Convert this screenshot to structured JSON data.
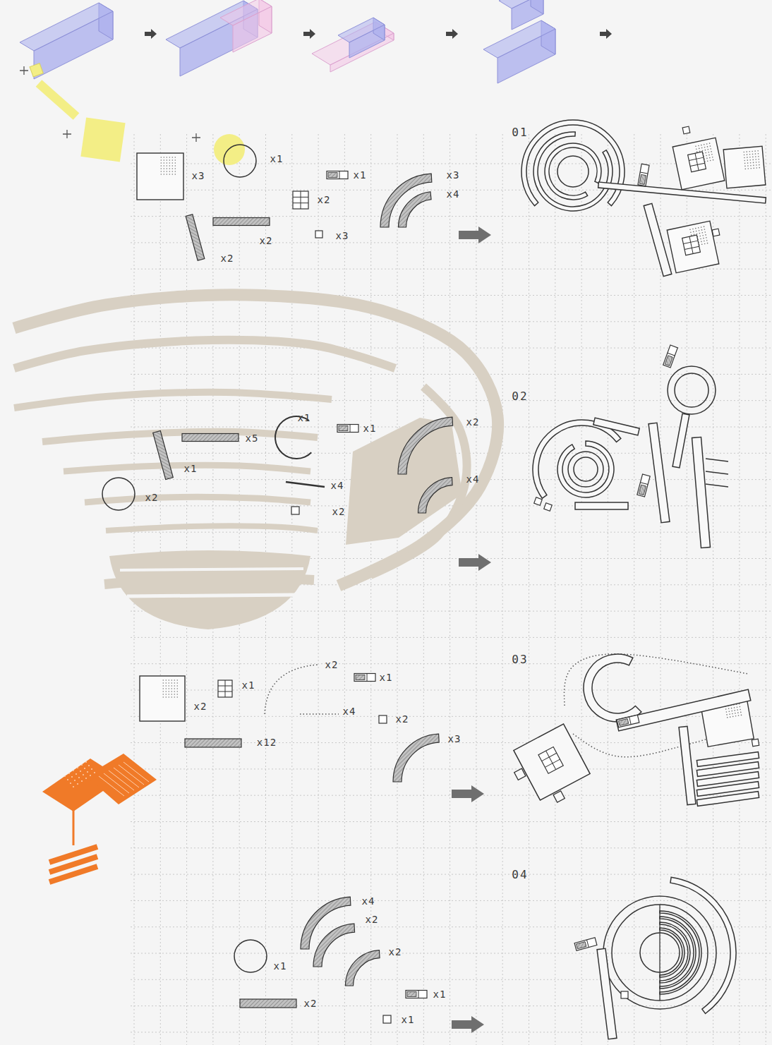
{
  "diagram": {
    "labels": [
      "01",
      "x1",
      "x3",
      "x1",
      "x3",
      "x4",
      "x2",
      "x3",
      "x2",
      "x2",
      "02",
      "x1",
      "x2",
      "x1",
      "x5",
      "x1",
      "x4",
      "x4",
      "x2",
      "x2",
      "03",
      "x2",
      "x1",
      "x1",
      "x2",
      "x4",
      "x2",
      "x3",
      "x12",
      "04",
      "x4",
      "x2",
      "x2",
      "x1",
      "x1",
      "x2",
      "x1"
    ]
  }
}
